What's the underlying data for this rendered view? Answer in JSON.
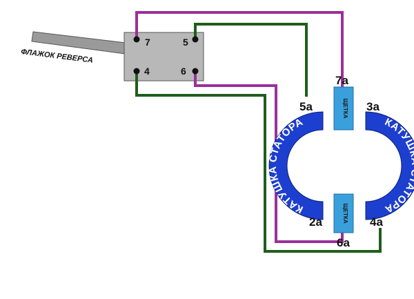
{
  "colors": {
    "wire_purple": "#9b2f9b",
    "wire_green": "#1f5e1c",
    "stator_blue": "#1d3fd0",
    "brush_blue": "#3aa0dc",
    "switch_gray": "#b8b8b8",
    "flag_gray": "#9a9a9a"
  },
  "switch": {
    "terminals": [
      "7",
      "5",
      "4",
      "6"
    ]
  },
  "flag_label": "ФЛАЖОК РЕВЕРСА",
  "stator": {
    "left_label": "КАТУШКА СТАТОРА",
    "right_label": "КАТУШКА СТАТОРА"
  },
  "brushes": {
    "top_label": "ЩЕТКА",
    "bottom_label": "ЩЕТКА"
  },
  "wire_labels": {
    "w7a": "7а",
    "w5a": "5а",
    "w3a": "3а",
    "w2a": "2а",
    "w4a": "4а",
    "w6a": "6а"
  }
}
